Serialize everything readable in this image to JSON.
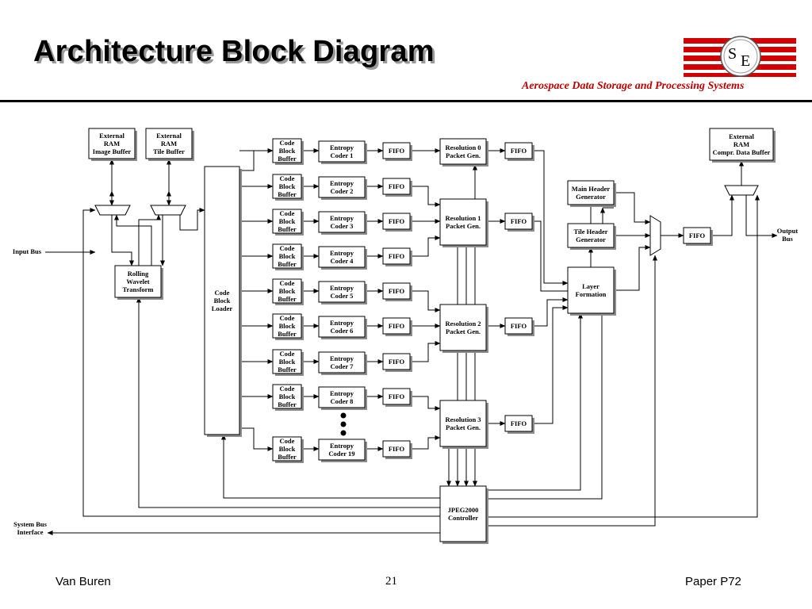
{
  "slide": {
    "title": "Architecture Block Diagram",
    "subtitle": "Aerospace Data Storage and Processing Systems",
    "logo": {
      "letter_s": "S",
      "letter_e": "E",
      "colors": {
        "stripe": "#d40000",
        "badge": "#ffffff"
      }
    },
    "footer": {
      "author": "Van Buren",
      "page": "21",
      "paper": "Paper P72"
    }
  },
  "diagram": {
    "blocks": {
      "ext_image": [
        "External",
        "RAM",
        "Image Buffer"
      ],
      "ext_tile": [
        "External",
        "RAM",
        "Tile Buffer"
      ],
      "rwt": [
        "Rolling",
        "Wavelet",
        "Transform"
      ],
      "cbl": [
        "Code",
        "Block",
        "Loader"
      ],
      "cbb": [
        "Code",
        "Block",
        "Buffer"
      ],
      "ec": [
        [
          "Entropy",
          "Coder 1"
        ],
        [
          "Entropy",
          "Coder 2"
        ],
        [
          "Entropy",
          "Coder 3"
        ],
        [
          "Entropy",
          "Coder 4"
        ],
        [
          "Entropy",
          "Coder 5"
        ],
        [
          "Entropy",
          "Coder 6"
        ],
        [
          "Entropy",
          "Coder 7"
        ],
        [
          "Entropy",
          "Coder 8"
        ],
        [
          "Entropy",
          "Coder 19"
        ]
      ],
      "fifo": "FIFO",
      "res": [
        [
          "Resolution 0",
          "Packet Gen."
        ],
        [
          "Resolution 1",
          "Packet Gen."
        ],
        [
          "Resolution 2",
          "Packet Gen."
        ],
        [
          "Resolution 3",
          "Packet Gen."
        ]
      ],
      "main_header": [
        "Main Header",
        "Generator"
      ],
      "tile_header": [
        "Tile Header",
        "Generator"
      ],
      "layer": [
        "Layer",
        "Formation"
      ],
      "ext_compr": [
        "External",
        "RAM",
        "Compr. Data Buffer"
      ],
      "jpeg": [
        "JPEG2000",
        "Controller"
      ]
    },
    "labels": {
      "input_bus": "Input Bus",
      "output_bus": [
        "Output",
        "Bus"
      ],
      "system_bus": [
        "System Bus",
        "Interface"
      ]
    }
  }
}
